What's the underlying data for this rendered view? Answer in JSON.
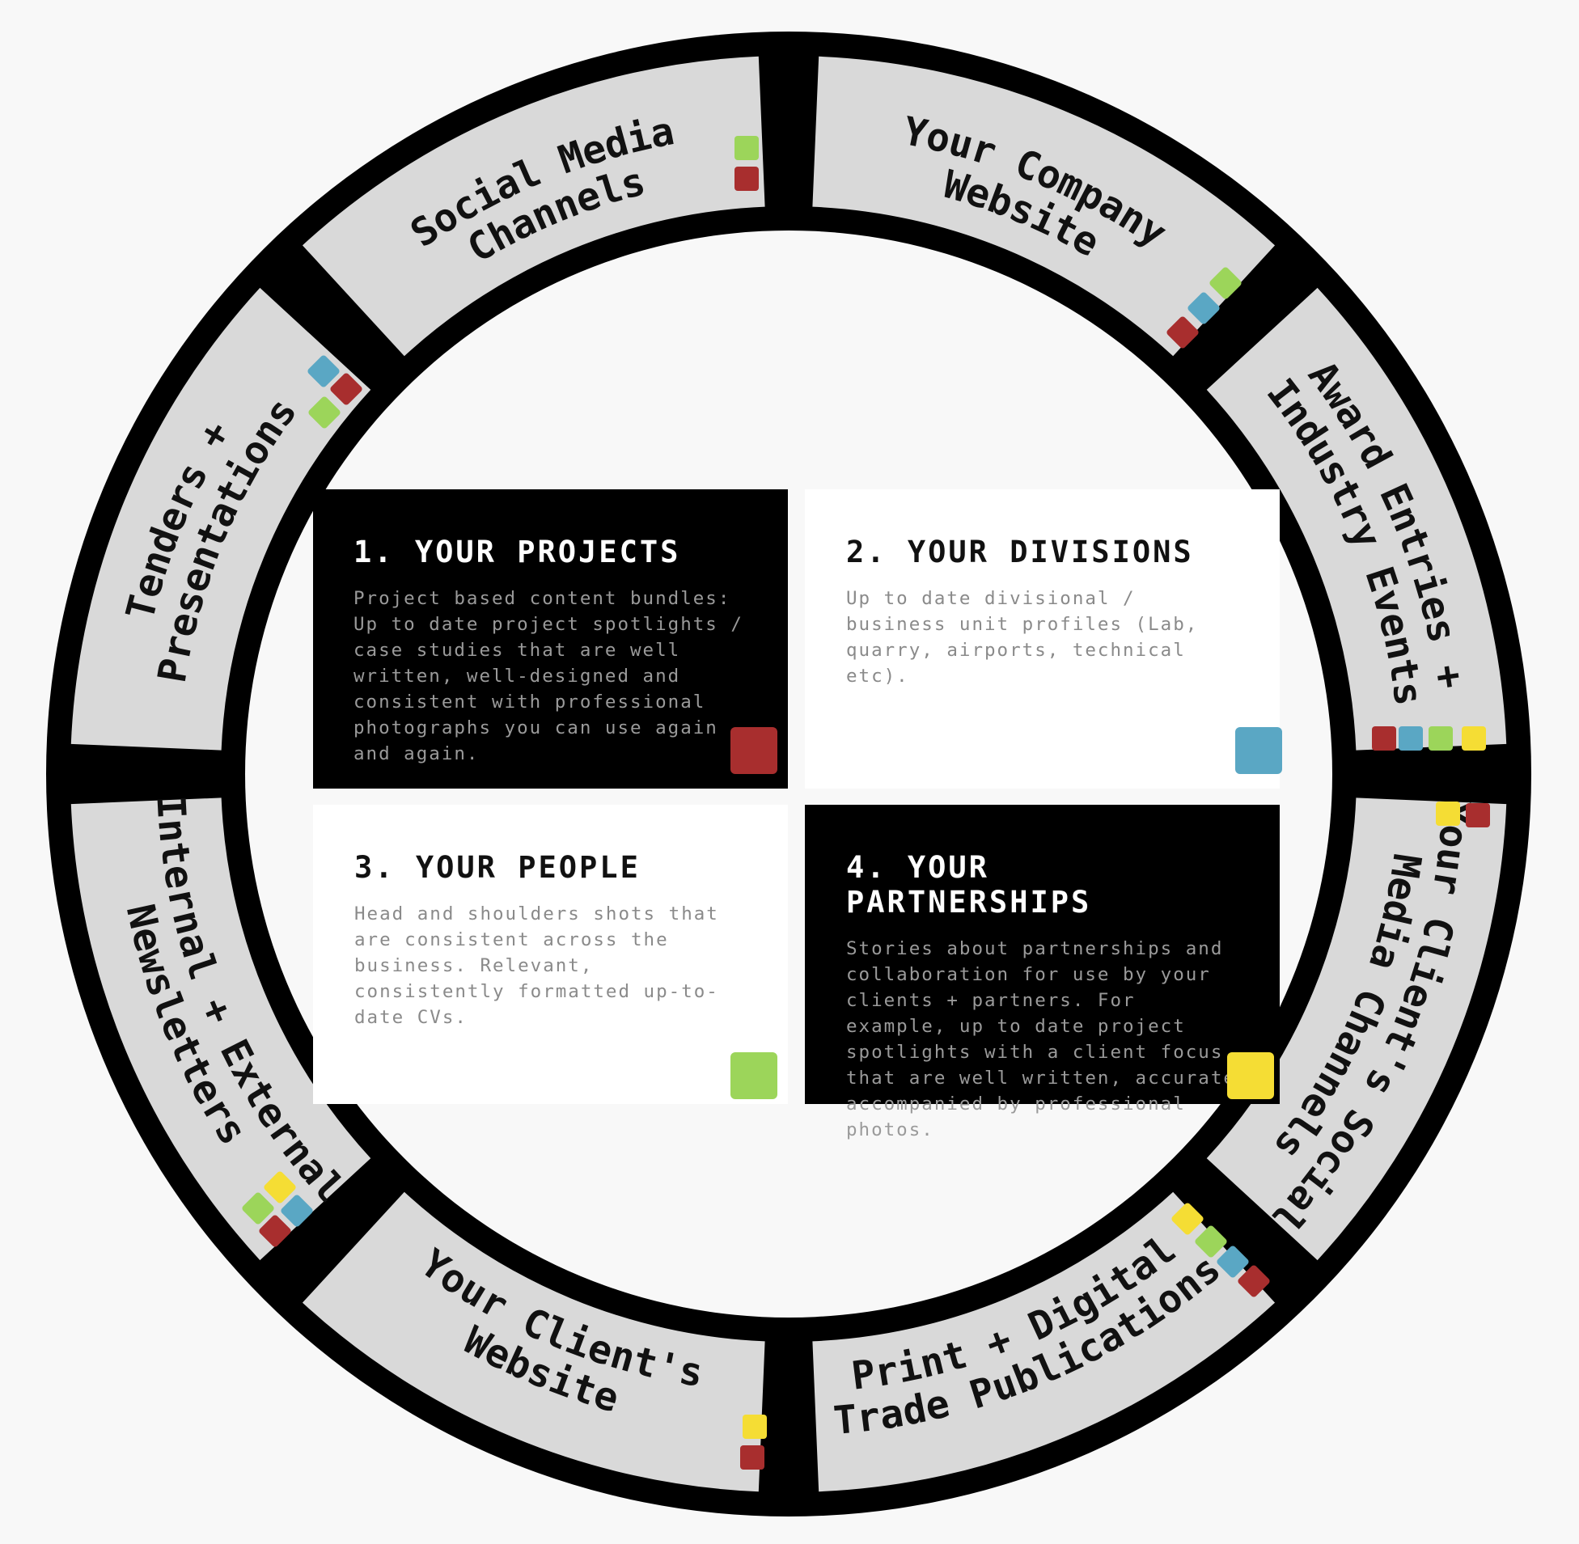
{
  "colors": {
    "background": "#f8f8f8",
    "ring": "#000000",
    "segment": "#d9d9d9",
    "red": "#a82e2e",
    "blue": "#5aa7c4",
    "green": "#9cd55a",
    "yellow": "#f5dd34"
  },
  "segments": [
    {
      "id": "social-media-channels",
      "lines": [
        "Social Media",
        "Channels"
      ],
      "tags": [
        "green",
        "red"
      ]
    },
    {
      "id": "company-website",
      "lines": [
        "Your Company",
        "Website"
      ],
      "tags": [
        "green",
        "blue",
        "red"
      ]
    },
    {
      "id": "award-entries",
      "lines": [
        "Award Entries +",
        "Industry Events"
      ],
      "tags": [
        "red",
        "blue",
        "green",
        "yellow"
      ]
    },
    {
      "id": "client-social-media",
      "lines": [
        "Your Client's Social",
        "Media Channels"
      ],
      "tags": [
        "yellow",
        "red"
      ]
    },
    {
      "id": "trade-publications",
      "lines": [
        "Print + Digital",
        "Trade Publications"
      ],
      "tags": [
        "yellow",
        "green",
        "blue",
        "red"
      ]
    },
    {
      "id": "client-website",
      "lines": [
        "Your Client's",
        "Website"
      ],
      "tags": [
        "yellow",
        "red"
      ]
    },
    {
      "id": "newsletters",
      "lines": [
        "Internal + External",
        "Newsletters"
      ],
      "tags": [
        "yellow",
        "green",
        "blue",
        "red"
      ]
    },
    {
      "id": "tenders-presentations",
      "lines": [
        "Tenders +",
        "Presentations"
      ],
      "tags": [
        "blue",
        "red",
        "green"
      ]
    }
  ],
  "cards": [
    {
      "title": "1. YOUR PROJECTS",
      "body": "Project based content bundles: Up to date project spotlights / case studies that are well written, well-designed and consistent with professional photographs you can use again and again.",
      "tag": "red"
    },
    {
      "title": "2. YOUR DIVISIONS",
      "body": "Up to date divisional / business unit profiles (Lab, quarry, airports, technical etc).",
      "tag": "blue"
    },
    {
      "title": "3. YOUR PEOPLE",
      "body": "Head and shoulders shots that are consistent across the business. Relevant, consistently formatted up-to-date CVs.",
      "tag": "green"
    },
    {
      "title": "4. YOUR PARTNERSHIPS",
      "body": "Stories about partnerships and collaboration for use by your clients + partners. For example, up to date project spotlights with a client focus that are well written, accurate accompanied by professional photos.",
      "tag": "yellow"
    }
  ]
}
